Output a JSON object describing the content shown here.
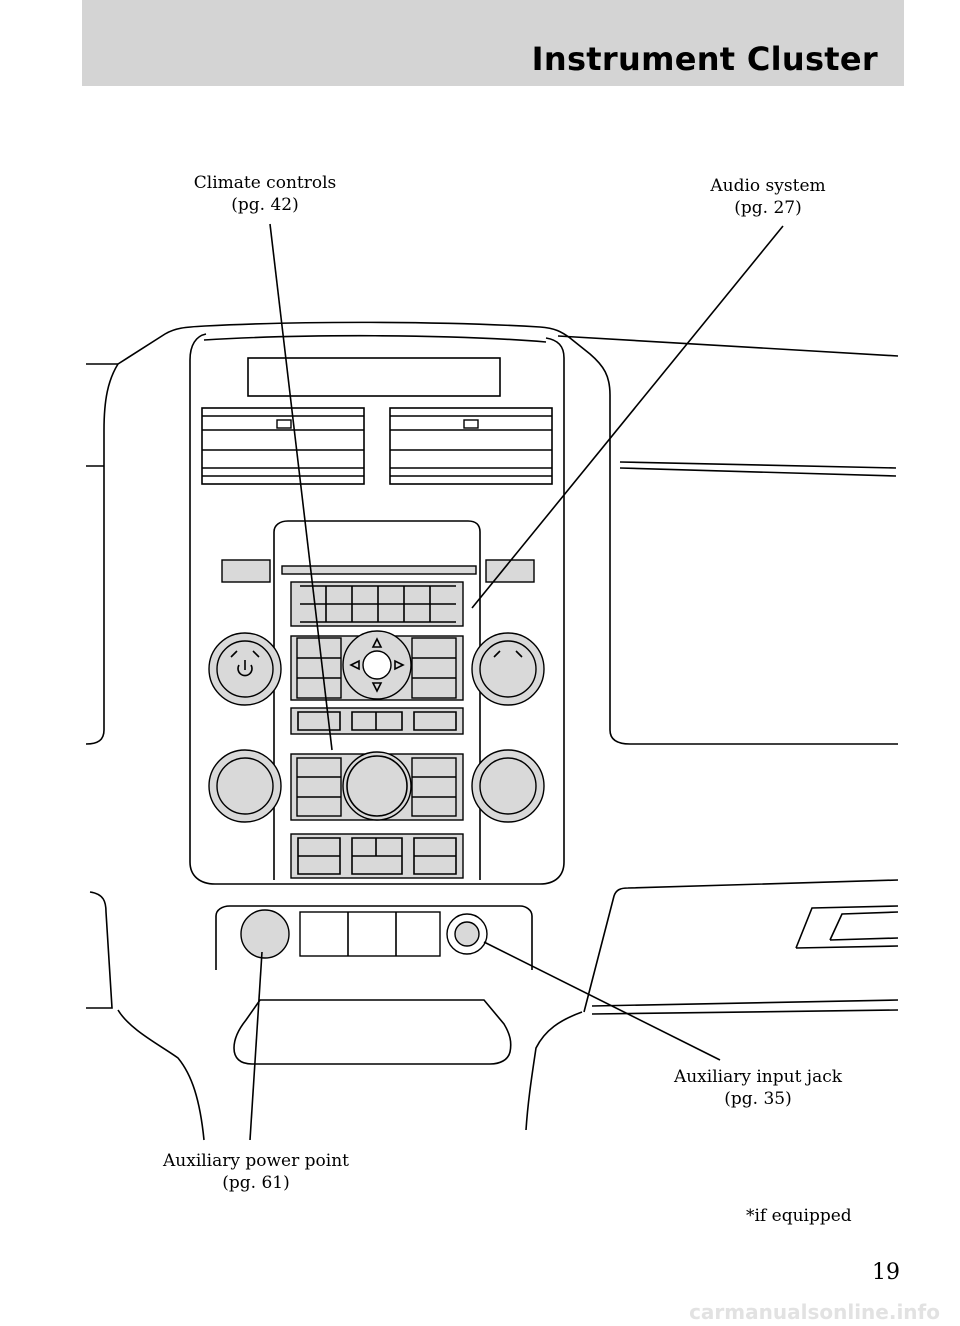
{
  "header": {
    "section_title": "Instrument Cluster"
  },
  "callouts": {
    "climate": {
      "label": "Climate controls",
      "page": "(pg. 42)"
    },
    "audio": {
      "label": "Audio system",
      "page": "(pg. 27)"
    },
    "aux_jack": {
      "label": "Auxiliary input jack",
      "page": "(pg. 35)"
    },
    "aux_power": {
      "label": "Auxiliary power point",
      "page": "(pg. 61)"
    }
  },
  "footnote": "*if equipped",
  "page_number": "19",
  "watermark": "carmanualsonline.info"
}
